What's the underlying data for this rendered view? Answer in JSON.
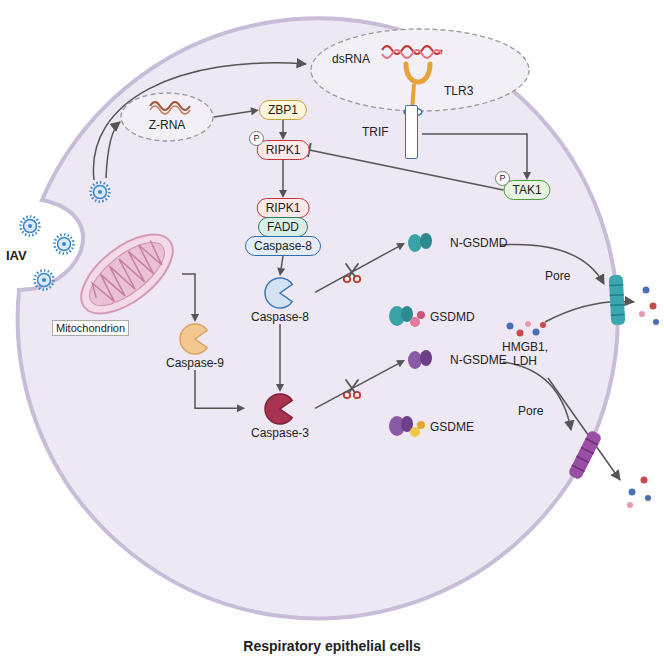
{
  "diagram": {
    "title": "Respiratory epithelial cells",
    "nodes": [
      {
        "text": [
          "Z-RNA"
        ]
      },
      {
        "text": [
          "dsRNA",
          "TLR3"
        ]
      },
      {
        "text": [
          "TRIF"
        ]
      },
      {
        "text": [
          "ZBP1"
        ]
      },
      {
        "text": [
          "RIPK1"
        ]
      },
      {
        "text": [
          "TAK1"
        ]
      },
      {
        "text": [
          "RIPK1"
        ]
      },
      {
        "text": [
          "FADD"
        ]
      },
      {
        "text": [
          "Caspase-8"
        ]
      },
      {
        "text": [
          "Mitochondrion"
        ]
      },
      {
        "text": [
          "Caspase-9"
        ]
      },
      {
        "text": [
          "Caspase-8"
        ]
      },
      {
        "text": [
          "Caspase-3"
        ]
      },
      {
        "text": [
          "N-GSDMD"
        ]
      },
      {
        "text": [
          "GSDMD"
        ]
      },
      {
        "text": [
          "N-GSDME"
        ]
      },
      {
        "text": [
          "GSDME"
        ]
      },
      {
        "text": [
          "HMGB1, LDH"
        ]
      }
    ],
    "edges": [
      {
        "from": 0,
        "to": 3,
        "arrow": "to"
      },
      {
        "from": 3,
        "to": 4,
        "arrow": "to"
      },
      {
        "from": 2,
        "to": 5,
        "arrow": "to"
      },
      {
        "from": 5,
        "to": 4,
        "arrow": "to"
      },
      {
        "from": 4,
        "to": 6,
        "arrow": "to"
      },
      {
        "from": 8,
        "to": 11,
        "arrow": "to"
      },
      {
        "from": 9,
        "to": 10,
        "arrow": "to"
      },
      {
        "from": 10,
        "to": 12,
        "arrow": "to"
      },
      {
        "from": 11,
        "to": 12,
        "arrow": "to"
      },
      {
        "from": 11,
        "to": 13,
        "arrow": "to"
      },
      {
        "from": 12,
        "to": 15,
        "arrow": "to"
      }
    ],
    "labels": [
      "IAV",
      "P",
      "P",
      "Pore",
      "Pore"
    ]
  }
}
